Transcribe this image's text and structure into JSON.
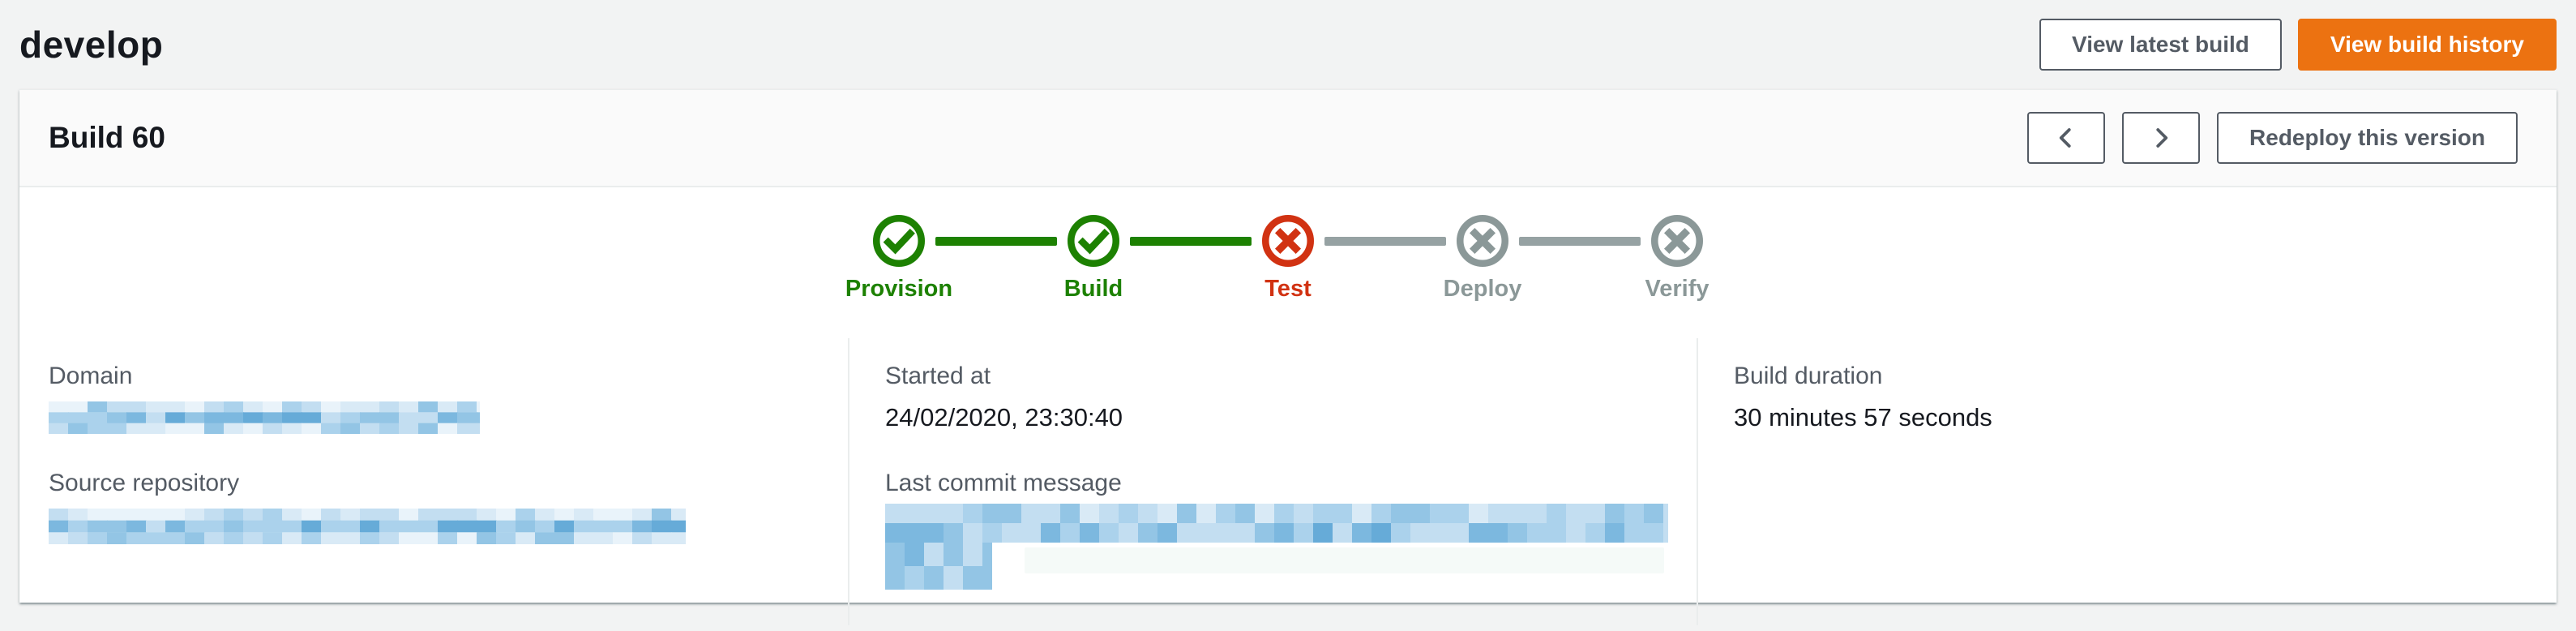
{
  "colors": {
    "accent_orange": "#ec7211",
    "success_green": "#1d8102",
    "error_red": "#d13212",
    "pending_gray": "#8b9898",
    "page_bg": "#f2f3f3"
  },
  "page": {
    "title": "develop",
    "actions": {
      "view_latest": "View latest build",
      "view_history": "View build history"
    }
  },
  "card": {
    "title": "Build 60",
    "nav": {
      "prev_icon": "chevron-left",
      "next_icon": "chevron-right"
    },
    "redeploy_label": "Redeploy this version"
  },
  "pipeline": {
    "stages": [
      {
        "label": "Provision",
        "status": "success",
        "icon": "check-circle"
      },
      {
        "label": "Build",
        "status": "success",
        "icon": "check-circle"
      },
      {
        "label": "Test",
        "status": "failed",
        "icon": "x-circle"
      },
      {
        "label": "Deploy",
        "status": "pending",
        "icon": "x-circle"
      },
      {
        "label": "Verify",
        "status": "pending",
        "icon": "x-circle"
      }
    ],
    "connectors": [
      "success",
      "success",
      "pending",
      "pending"
    ]
  },
  "details": {
    "domain": {
      "label": "Domain",
      "value_redacted": true
    },
    "source_repository": {
      "label": "Source repository",
      "value_redacted": true
    },
    "started_at": {
      "label": "Started at",
      "value": "24/02/2020, 23:30:40"
    },
    "last_commit": {
      "label": "Last commit message",
      "value_redacted": true
    },
    "build_duration": {
      "label": "Build duration",
      "value": "30 minutes 57 seconds"
    }
  }
}
